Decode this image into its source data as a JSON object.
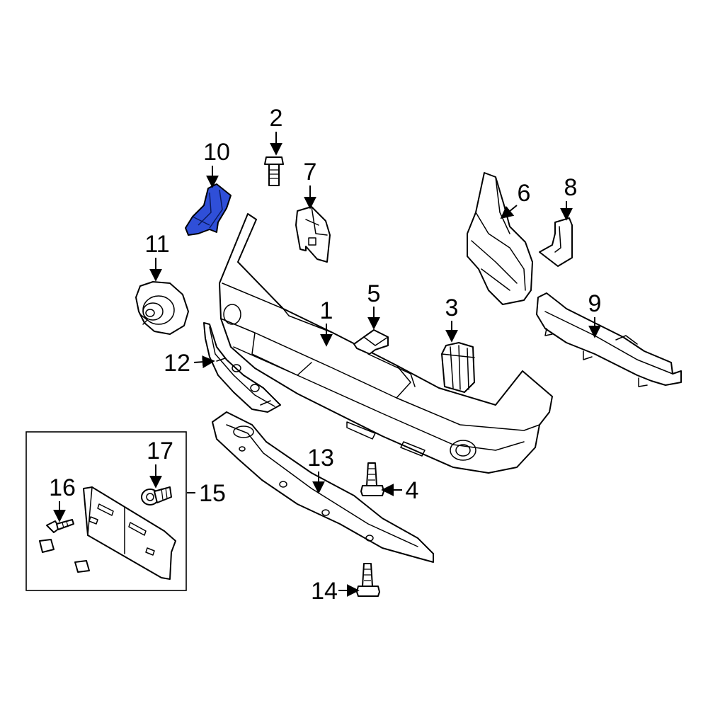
{
  "diagram": {
    "highlight_color": "#2f4fd8",
    "callouts": [
      {
        "id": "1",
        "label": "1"
      },
      {
        "id": "2",
        "label": "2"
      },
      {
        "id": "3",
        "label": "3"
      },
      {
        "id": "4",
        "label": "4"
      },
      {
        "id": "5",
        "label": "5"
      },
      {
        "id": "6",
        "label": "6"
      },
      {
        "id": "7",
        "label": "7"
      },
      {
        "id": "8",
        "label": "8"
      },
      {
        "id": "9",
        "label": "9"
      },
      {
        "id": "10",
        "label": "10"
      },
      {
        "id": "11",
        "label": "11"
      },
      {
        "id": "12",
        "label": "12"
      },
      {
        "id": "13",
        "label": "13"
      },
      {
        "id": "14",
        "label": "14"
      },
      {
        "id": "15",
        "label": "15"
      },
      {
        "id": "16",
        "label": "16"
      },
      {
        "id": "17",
        "label": "17"
      }
    ]
  }
}
